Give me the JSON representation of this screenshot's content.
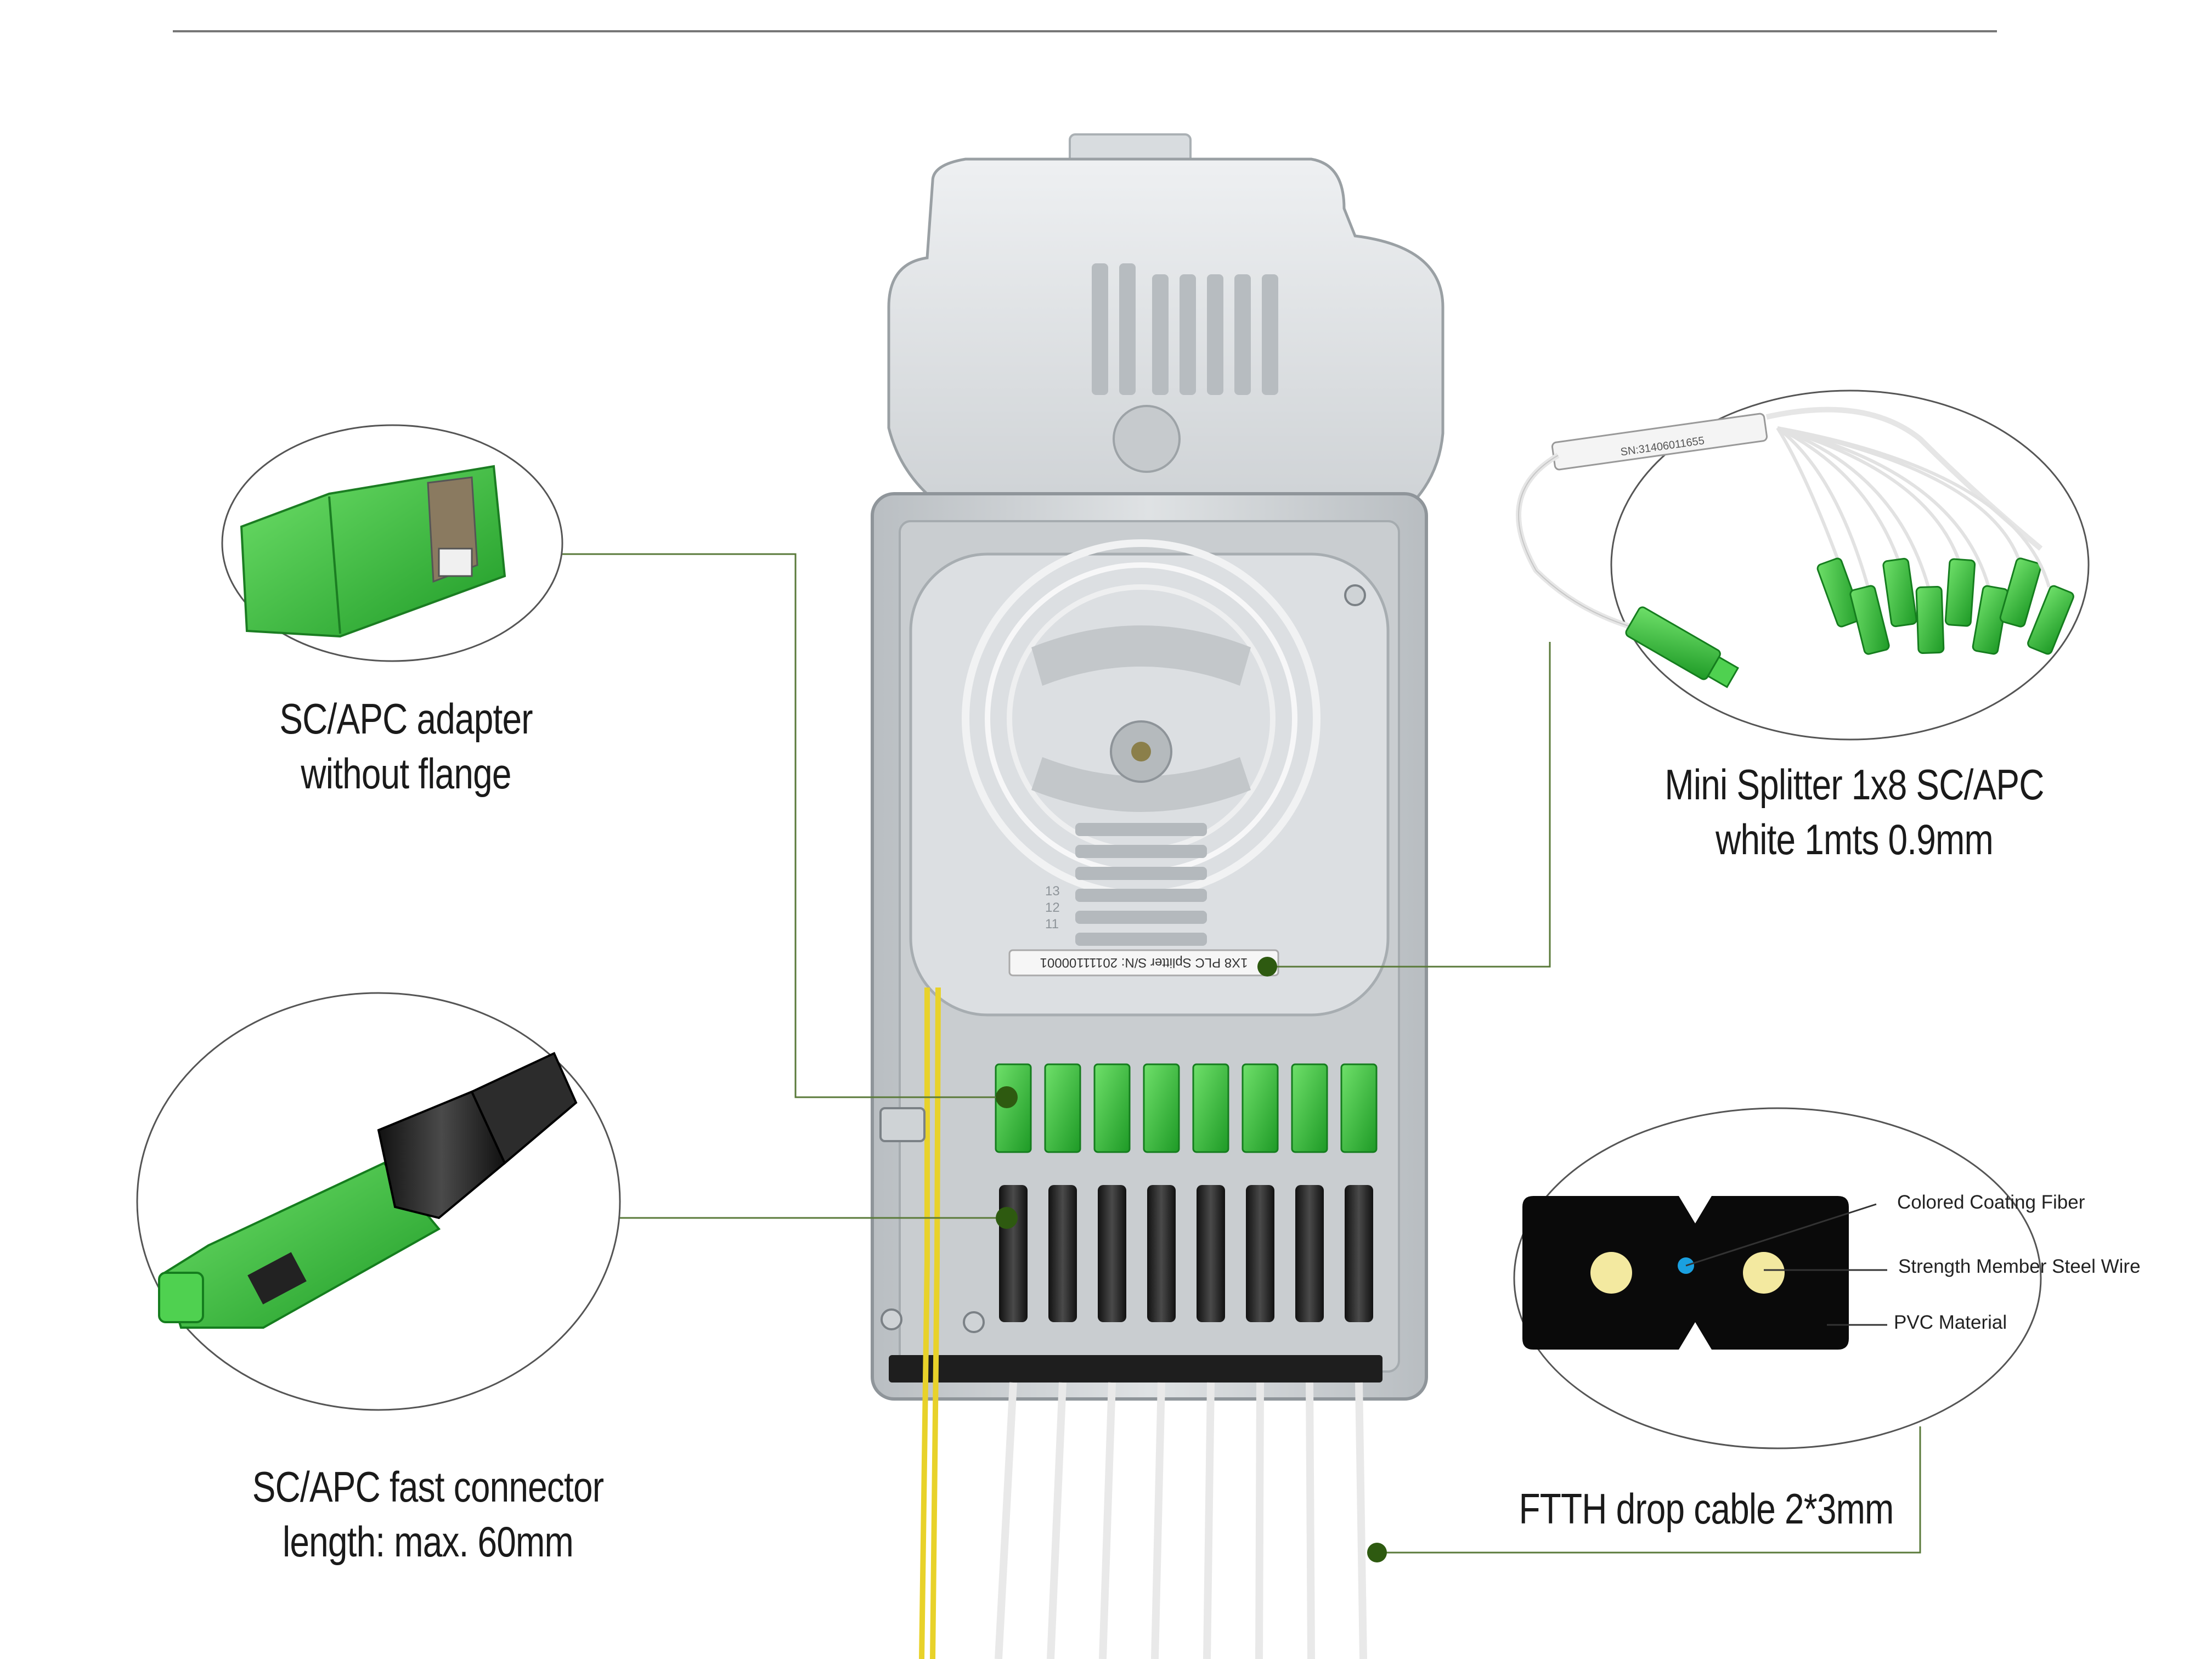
{
  "colors": {
    "leader_line": "#5a7a3a",
    "leader_dot": "#2e5a10",
    "adapter_green": "#3ec43e",
    "cable_yellow": "#e8d22a",
    "box_grey": "#d2d6d9",
    "drop_cable_black": "#0a0a0a",
    "fiber_blue": "#1aa0e0",
    "steel_wire": "#f3e9a0"
  },
  "callouts": {
    "adapter": {
      "line1": "SC/APC adapter",
      "line2": "without flange",
      "icon": "sc-apc-adapter-icon"
    },
    "fast_connector": {
      "line1": "SC/APC fast connector",
      "line2": "length: max. 60mm",
      "icon": "sc-apc-fast-connector-icon"
    },
    "splitter": {
      "line1": "Mini Splitter 1x8 SC/APC",
      "line2": "white 1mts 0.9mm",
      "icon": "mini-splitter-icon",
      "sn_tag": "SN:31406011655"
    },
    "drop_cable": {
      "title": "FTTH drop cable 2*3mm",
      "legend": [
        "Colored Coating Fiber",
        "Strength Member Steel Wire",
        "PVC Material"
      ]
    }
  },
  "box": {
    "splitter_tag": "1X8 PLC Splitter S/N: 20111100001",
    "tray_numbers": [
      "13",
      "12",
      "11"
    ],
    "port_count": 8
  }
}
